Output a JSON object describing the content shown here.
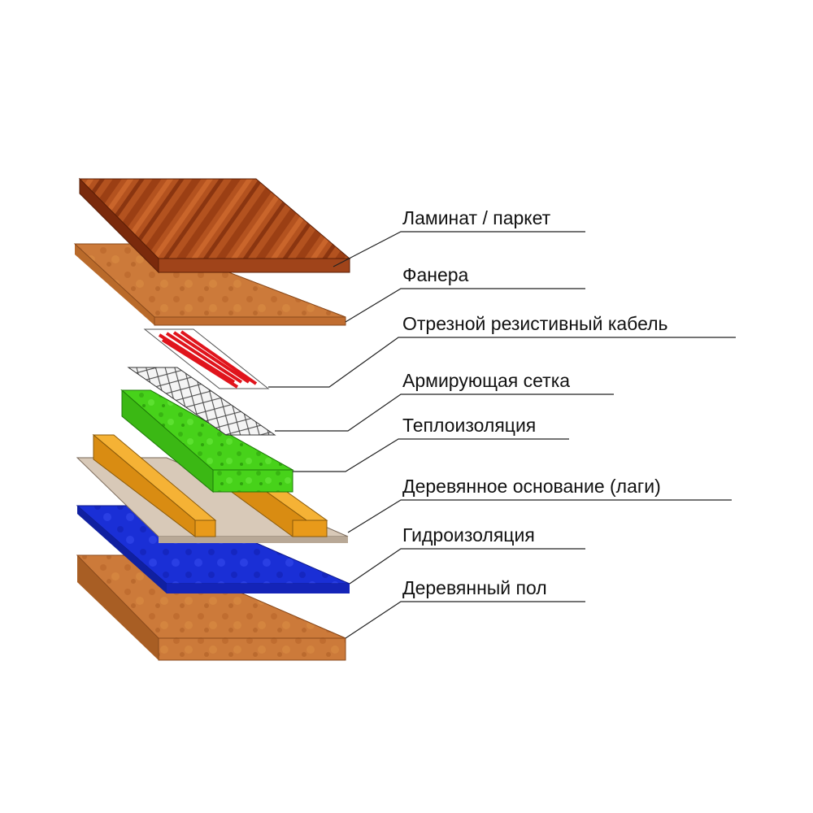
{
  "layers": [
    {
      "id": "laminate",
      "label": "Ламинат / паркет"
    },
    {
      "id": "plywood",
      "label": "Фанера"
    },
    {
      "id": "cable",
      "label": "Отрезной резистивный кабель"
    },
    {
      "id": "mesh",
      "label": "Армирующая сетка"
    },
    {
      "id": "insulation",
      "label": "Теплоизоляция"
    },
    {
      "id": "joists",
      "label": "Деревянное основание (лаги)"
    },
    {
      "id": "waterproof",
      "label": "Гидроизоляция"
    },
    {
      "id": "wooden-floor",
      "label": "Деревянный пол"
    }
  ],
  "colors": {
    "laminate": "#b3521f",
    "laminate_dark": "#7a2a0c",
    "plywood": "#cc7a3a",
    "cable": "#e0141c",
    "mesh": "#f2f2f2",
    "insulation": "#47d21a",
    "joists": "#f0a21e",
    "base_board": "#d8c9b8",
    "waterproof": "#1a2fd6",
    "wooden_floor": "#c9752f"
  }
}
